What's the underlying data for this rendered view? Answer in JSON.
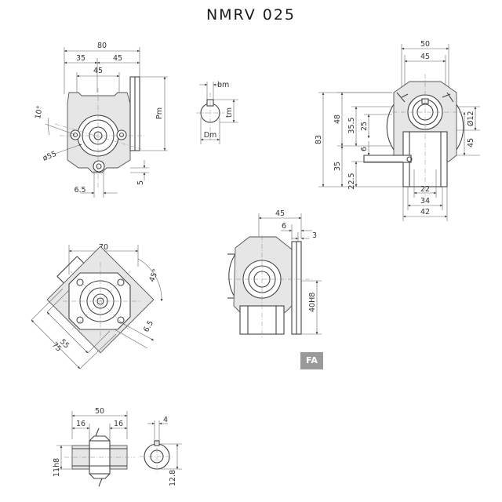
{
  "title": "NMRV 025",
  "badge": "FA",
  "views": {
    "front": {
      "overall": "80",
      "left": "35",
      "right": "45",
      "bore_span": "45",
      "pm": "Pm",
      "angle": "10°",
      "hole": "ø55",
      "offset": "6.5",
      "foot": "5"
    },
    "keyway": {
      "bm": "bm",
      "tm": "tm",
      "dm": "Dm"
    },
    "side": {
      "top_outer": "50",
      "top_inner": "45",
      "h83": "83",
      "h48": "48",
      "h35": "35",
      "h22": "22.5",
      "h35_5": "35.5",
      "h25": "25",
      "h6": "6",
      "d12": "Ø12",
      "h45": "45",
      "b22": "22",
      "b34": "34",
      "b42": "42"
    },
    "flange_sq": {
      "width": "70",
      "angle": "45°",
      "d55": "55",
      "d75": "75",
      "d6_5": "6.5"
    },
    "flange_fa": {
      "w45": "45",
      "w6": "6",
      "w3": "3",
      "bore": "40H8"
    },
    "shaft": {
      "length": "50",
      "left": "16",
      "right": "16",
      "key": "4",
      "height": "11h8",
      "dia": "12.8"
    }
  }
}
